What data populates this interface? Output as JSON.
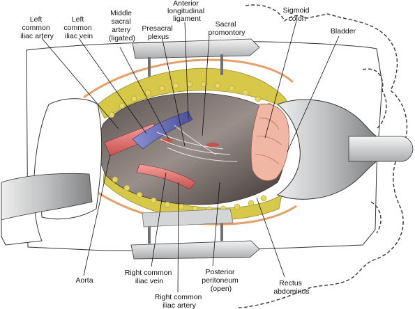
{
  "labels": {
    "left_common_iliac_artery": [
      "Left",
      "common",
      "iliac artery"
    ],
    "left_common_iliac_vein": [
      "Left",
      "common",
      "iliac vein"
    ],
    "middle_sacral_artery": [
      "Middle",
      "sacral",
      "artery",
      "(ligated)"
    ],
    "anterior_longitudinal_ligament": [
      "Anterior",
      "longitudinal",
      "ligament"
    ],
    "presacral_plexus": [
      "Presacral",
      "plexus"
    ],
    "sacral_promontory": [
      "Sacral",
      "promontory"
    ],
    "sigmoid_colon": [
      "Sigmoid",
      "colon"
    ],
    "bladder": [
      "Bladder"
    ],
    "aorta": [
      "Aorta"
    ],
    "right_common_iliac_vein": [
      "Right common",
      "iliac vein"
    ],
    "right_common_iliac_artery": [
      "Right common",
      "iliac artery"
    ],
    "posterior_peritoneum": [
      "Posterior",
      "peritoneum",
      "(open)"
    ],
    "rectus_abdominus": [
      "Rectus",
      "abdominus"
    ]
  },
  "colors": {
    "outline": "#333333",
    "drape": "#ffffff",
    "retractor": "#c9cacb",
    "retractor_dark": "#8d8f91",
    "cavity": "#7a6e6a",
    "cavity_dark": "#4a403d",
    "fat": "#d8c84a",
    "fat_edge": "#8f8a2e",
    "artery": "#e07a78",
    "vein": "#6a6fb4",
    "colon": "#f0b7a4",
    "tissue_pink": "#f2c2b0"
  }
}
